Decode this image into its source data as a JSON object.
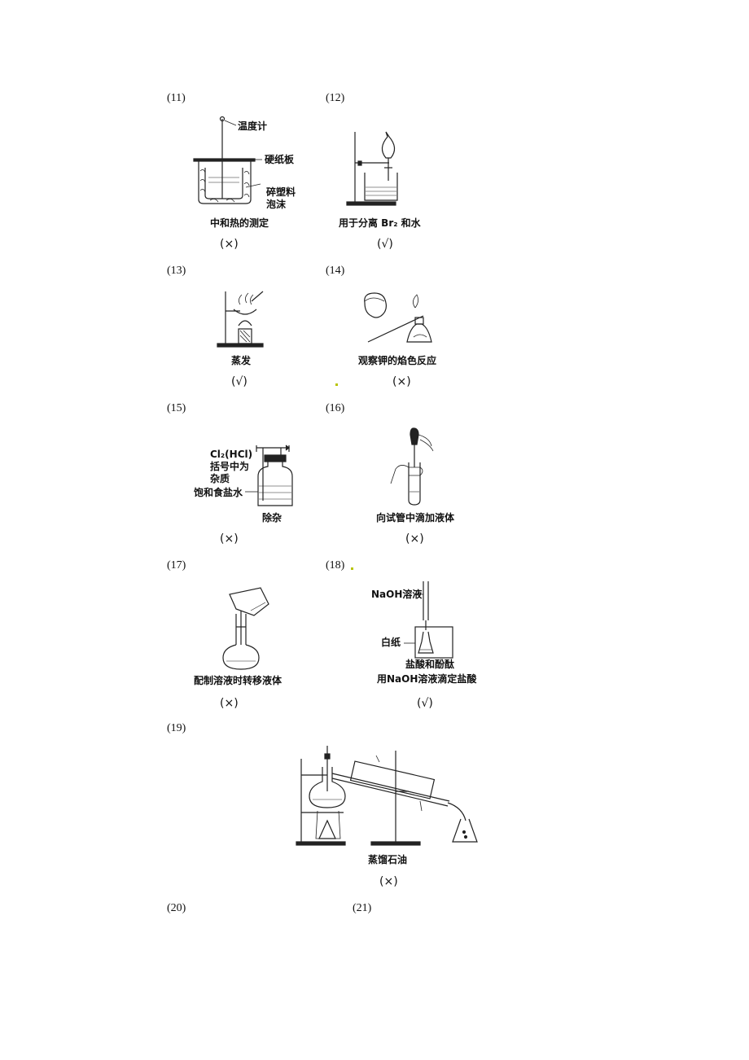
{
  "items": [
    {
      "num": "(11)",
      "caption": "中和热的测定",
      "verdict": "(×)",
      "labels": [
        "温度计",
        "硬纸板",
        "碎塑料",
        "泡沫"
      ]
    },
    {
      "num": "(12)",
      "caption": "用于分离 Br₂ 和水",
      "verdict": "(√)",
      "labels": []
    },
    {
      "num": "(13)",
      "caption": "蒸发",
      "verdict": "(√)",
      "labels": []
    },
    {
      "num": "(14)",
      "caption": "观察钾的焰色反应",
      "verdict": "(×)",
      "labels": []
    },
    {
      "num": "(15)",
      "caption": "除杂",
      "verdict": "(×)",
      "labels": [
        "Cl₂(HCl)",
        "括号中为",
        "杂质",
        "饱和食盐水"
      ]
    },
    {
      "num": "(16)",
      "caption": "向试管中滴加液体",
      "verdict": "(×)",
      "labels": []
    },
    {
      "num": "(17)",
      "caption": "配制溶液时转移液体",
      "verdict": "(×)",
      "labels": []
    },
    {
      "num": "(18)",
      "caption": "用NaOH溶液滴定盐酸",
      "verdict": "(√)",
      "labels": [
        "NaOH溶液",
        "白纸",
        "盐酸和酚酞"
      ]
    },
    {
      "num": "(19)",
      "caption": "蒸馏石油",
      "verdict": "(×)",
      "labels": []
    },
    {
      "num": "(20)",
      "caption": "",
      "verdict": "",
      "labels": []
    },
    {
      "num": "(21)",
      "caption": "",
      "verdict": "",
      "labels": []
    }
  ]
}
